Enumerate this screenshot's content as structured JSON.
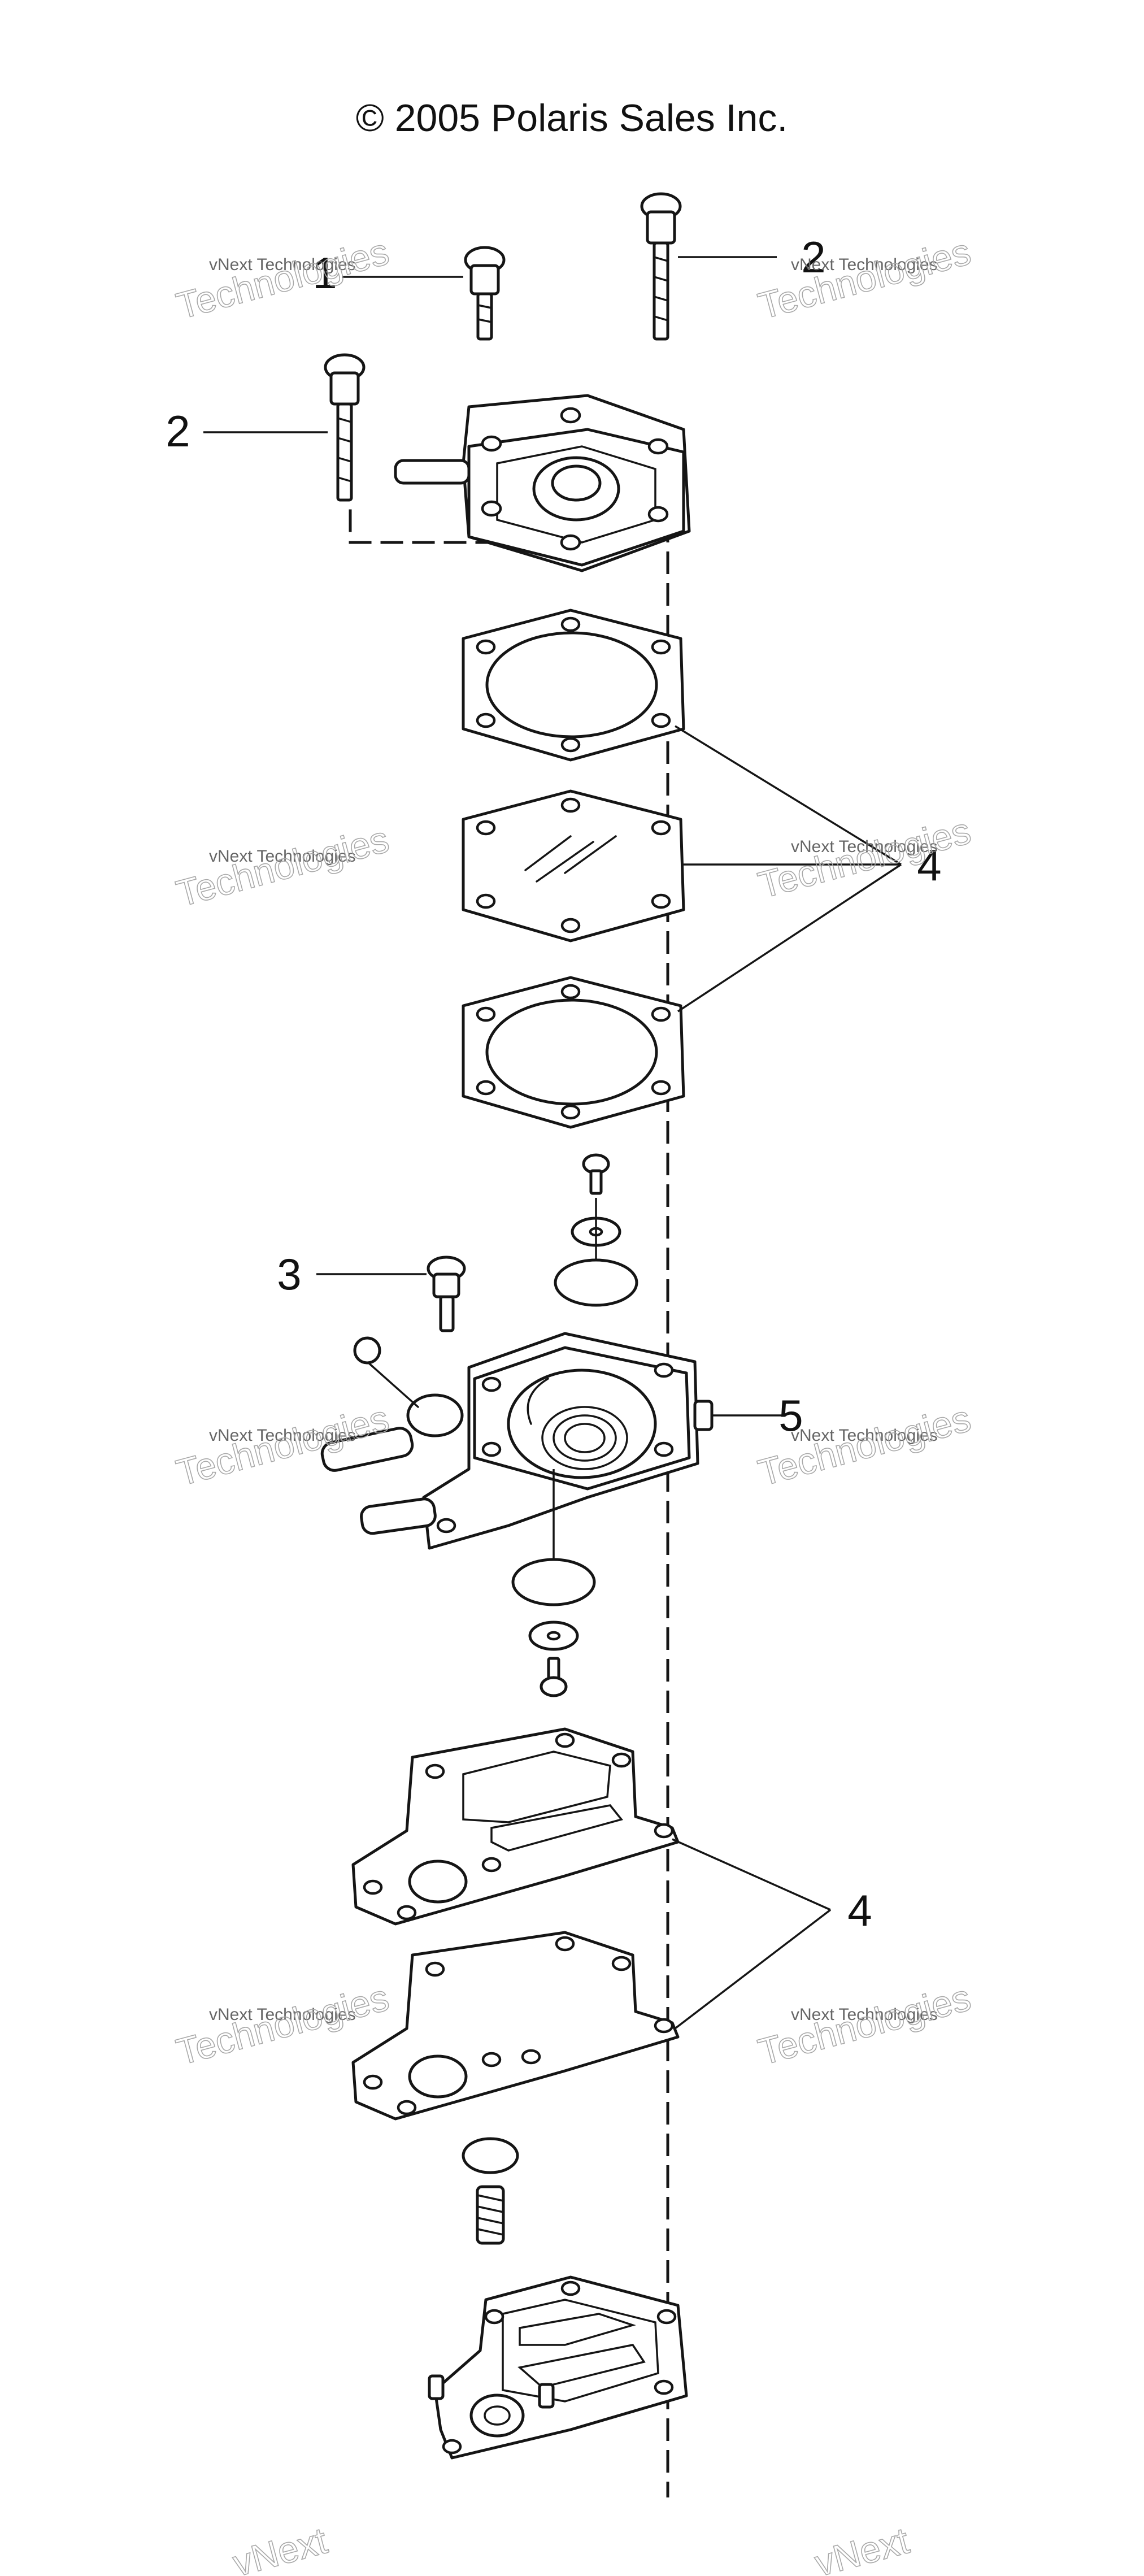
{
  "header": {
    "copyright": "© 2005 Polaris Sales Inc."
  },
  "watermark": {
    "line1": "vNext Technologies",
    "line2": "vNext",
    "line3": "Technologies"
  },
  "callouts": {
    "c1": "1",
    "c2a": "2",
    "c2b": "2",
    "c3": "3",
    "c4a": "4",
    "c4b": "4",
    "c5": "5"
  }
}
